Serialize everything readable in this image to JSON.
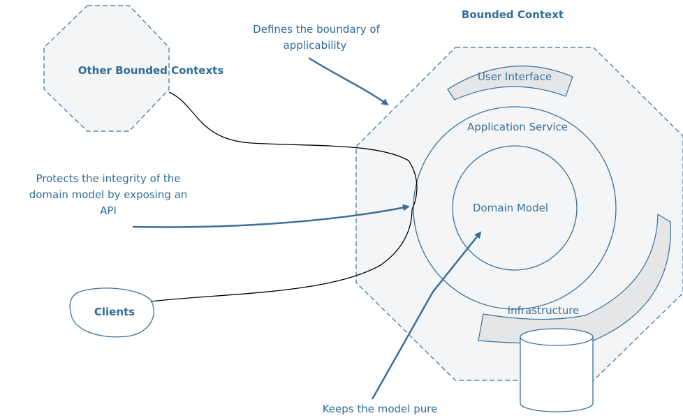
{
  "labels": {
    "bounded_context": "Bounded Context",
    "other_bounded_contexts": "Other Bounded Contexts",
    "defines_line1": "Defines the boundary of",
    "defines_line2": "applicability",
    "protects_line1": "Protects the integrity of the",
    "protects_line2": "domain model by exposing an",
    "protects_line3": "API",
    "clients": "Clients",
    "keeps": "Keeps the model pure",
    "user_interface": "User Interface",
    "application_service": "Application Service",
    "domain_model": "Domain Model",
    "infrastructure": "Infrastructure"
  },
  "colors": {
    "accent": "#2f6c99",
    "stroke": "#3a6f99",
    "fill": "#f4f5f6",
    "band": "#e5e6e8"
  }
}
